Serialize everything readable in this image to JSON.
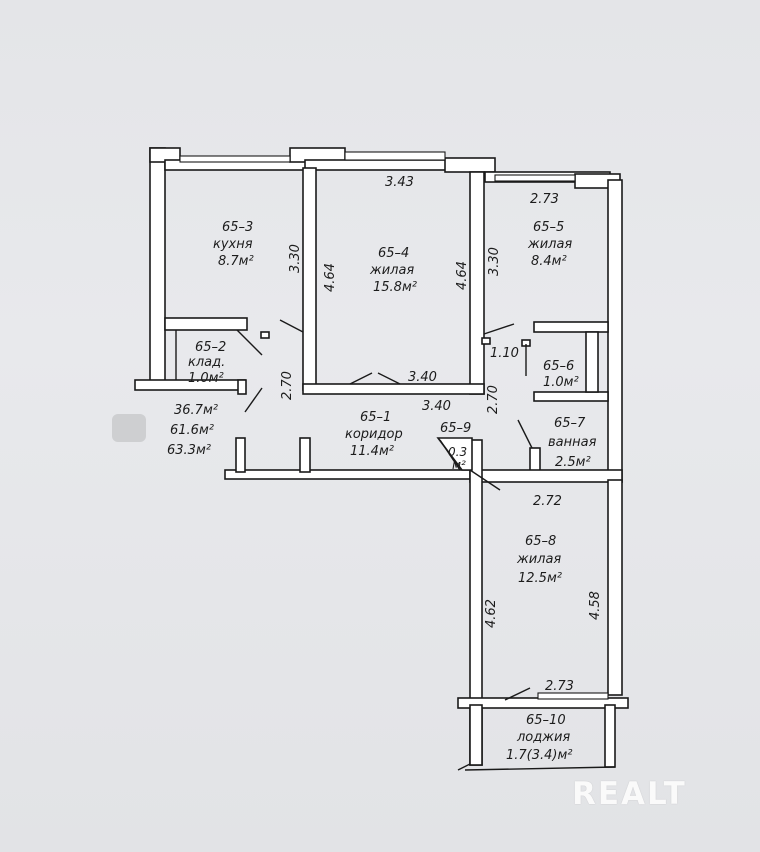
{
  "rooms": {
    "r3": {
      "id": "65–3",
      "name": "кухня",
      "area": "8.7м²"
    },
    "r4": {
      "id": "65–4",
      "name": "жилая",
      "area": "15.8м²"
    },
    "r5": {
      "id": "65–5",
      "name": "жилая",
      "area": "8.4м²"
    },
    "r2": {
      "id": "65–2",
      "name": "клад.",
      "area": "1.0м²"
    },
    "r1": {
      "id": "65–1",
      "name": "коридор",
      "area": "11.4м²"
    },
    "r9": {
      "id": "65–9",
      "area_a": "0.3",
      "area_b": "м²"
    },
    "r6": {
      "id": "65–6",
      "area": "1.0м²"
    },
    "r7": {
      "id": "65–7",
      "name": "ванная",
      "area": "2.5м²"
    },
    "r8": {
      "id": "65–8",
      "name": "жилая",
      "area": "12.5м²"
    },
    "r10": {
      "id": "65–10",
      "name": "лоджия",
      "area": "1.7(3.4)м²"
    }
  },
  "dims": {
    "d343": "3.43",
    "d273top": "2.73",
    "d330a": "3.30",
    "d464a": "4.64",
    "d464b": "4.64",
    "d330b": "3.30",
    "d110": "1.10",
    "d270a": "2.70",
    "d340a": "3.40",
    "d340b": "3.40",
    "d270b": "2.70",
    "d272": "2.72",
    "d462": "4.62",
    "d458": "4.58",
    "d273bot": "2.73"
  },
  "totals": {
    "t1": "36.7м²",
    "t2": "61.6м²",
    "t3": "63.3м²"
  },
  "watermark": "REALT"
}
